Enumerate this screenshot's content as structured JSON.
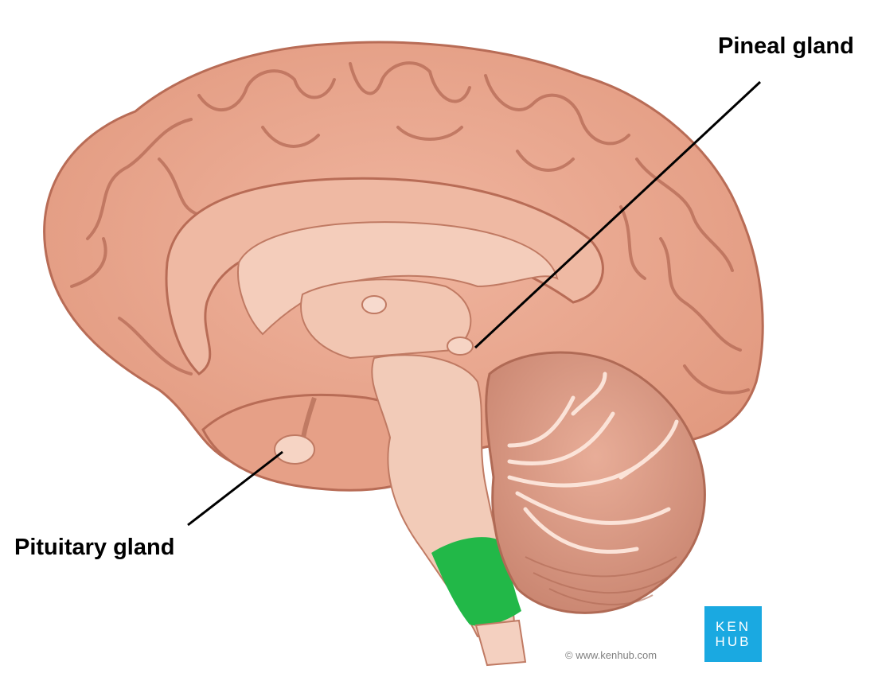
{
  "labels": {
    "pineal": "Pineal gland",
    "pituitary": "Pituitary gland"
  },
  "watermark": {
    "logo_line1": "KEN",
    "logo_line2": "HUB",
    "copyright": "© www.kenhub.com"
  },
  "colors": {
    "cortex": "#e9a58c",
    "cortex_dark": "#b56a55",
    "inner": "#f1c3af",
    "brainstem": "#f2cbb8",
    "cerebellum": "#dc9c86",
    "highlight": "#22b848",
    "logo_bg": "#1aa9e1"
  }
}
